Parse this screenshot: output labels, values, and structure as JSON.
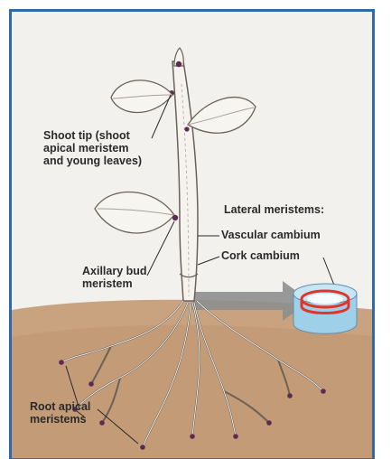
{
  "labels": {
    "shoot_tip": "Shoot tip (shoot\napical meristem\nand young leaves)",
    "lateral_title": "Lateral meristems:",
    "vascular_cambium": "Vascular cambium",
    "cork_cambium": "Cork cambium",
    "axillary_bud": "Axillary bud\nmeristem",
    "root_apical": "Root apical\nmeristems"
  },
  "colors": {
    "frame_border": "#2f6aa8",
    "background": "#f3f1ee",
    "soil": "#c9a27f",
    "stem": "#f6f3ee",
    "stem_outline": "#6a6258",
    "leaf": "#f7f5f0",
    "meristem_dot": "#5b2b52",
    "arrow": "#8e8e8e",
    "cylinder_blue": "#9fd0ea",
    "cylinder_red": "#e0362a"
  }
}
